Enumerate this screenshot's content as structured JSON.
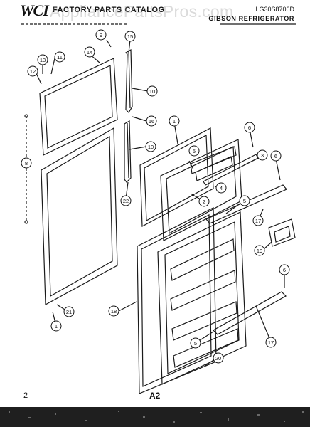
{
  "header": {
    "logo": "WCI",
    "catalog_title": "FACTORY PARTS CATALOG",
    "watermark": "AppliancePartsPros.com",
    "model_number": "LG30S8706D",
    "brand_line": "GIBSON REFRIGERATOR"
  },
  "footer": {
    "page_number": "2",
    "section": "A2"
  },
  "callouts": [
    "9",
    "15",
    "14",
    "13",
    "11",
    "12",
    "10",
    "16",
    "8",
    "10",
    "22",
    "1",
    "6",
    "5",
    "3",
    "6",
    "4",
    "2",
    "5",
    "17",
    "19",
    "6",
    "17",
    "21",
    "18",
    "5",
    "20",
    "1"
  ],
  "colors": {
    "line": "#1a1a1a",
    "paper": "#ffffff",
    "watermark": "#969696"
  }
}
